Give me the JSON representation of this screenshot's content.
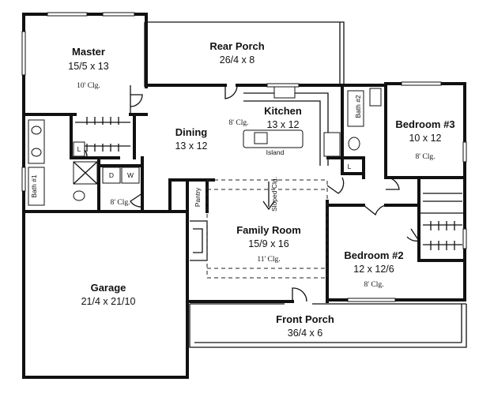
{
  "rooms": {
    "master": {
      "name": "Master",
      "dims": "15/5 x 13",
      "ceiling": "10' Clg."
    },
    "rear_porch": {
      "name": "Rear Porch",
      "dims": "26/4 x 8"
    },
    "kitchen": {
      "name": "Kitchen",
      "dims": "13 x 12",
      "ceiling": "8' Clg."
    },
    "island": {
      "name": "Island"
    },
    "dining": {
      "name": "Dining",
      "dims": "13 x 12"
    },
    "bath2": {
      "name": "Bath #2"
    },
    "bedroom3": {
      "name": "Bedroom #3",
      "dims": "10 x 12",
      "ceiling": "8' Clg."
    },
    "bath1": {
      "name": "Bath #1"
    },
    "laundry": {
      "washer": "W",
      "dryer": "D",
      "ceiling": "8' Clg."
    },
    "pantry": {
      "name": "Pantry"
    },
    "sloped": {
      "text": "Sloped Clg."
    },
    "family_room": {
      "name": "Family Room",
      "dims": "15/9 x 16",
      "ceiling": "11' Clg."
    },
    "bedroom2": {
      "name": "Bedroom #2",
      "dims": "12 x 12/6",
      "ceiling": "8' Clg."
    },
    "garage": {
      "name": "Garage",
      "dims": "21/4 x 21/10"
    },
    "front_porch": {
      "name": "Front Porch",
      "dims": "36/4 x 6"
    }
  },
  "linen_labels": {
    "master_bath": "L",
    "kitchen_hall": "L"
  }
}
